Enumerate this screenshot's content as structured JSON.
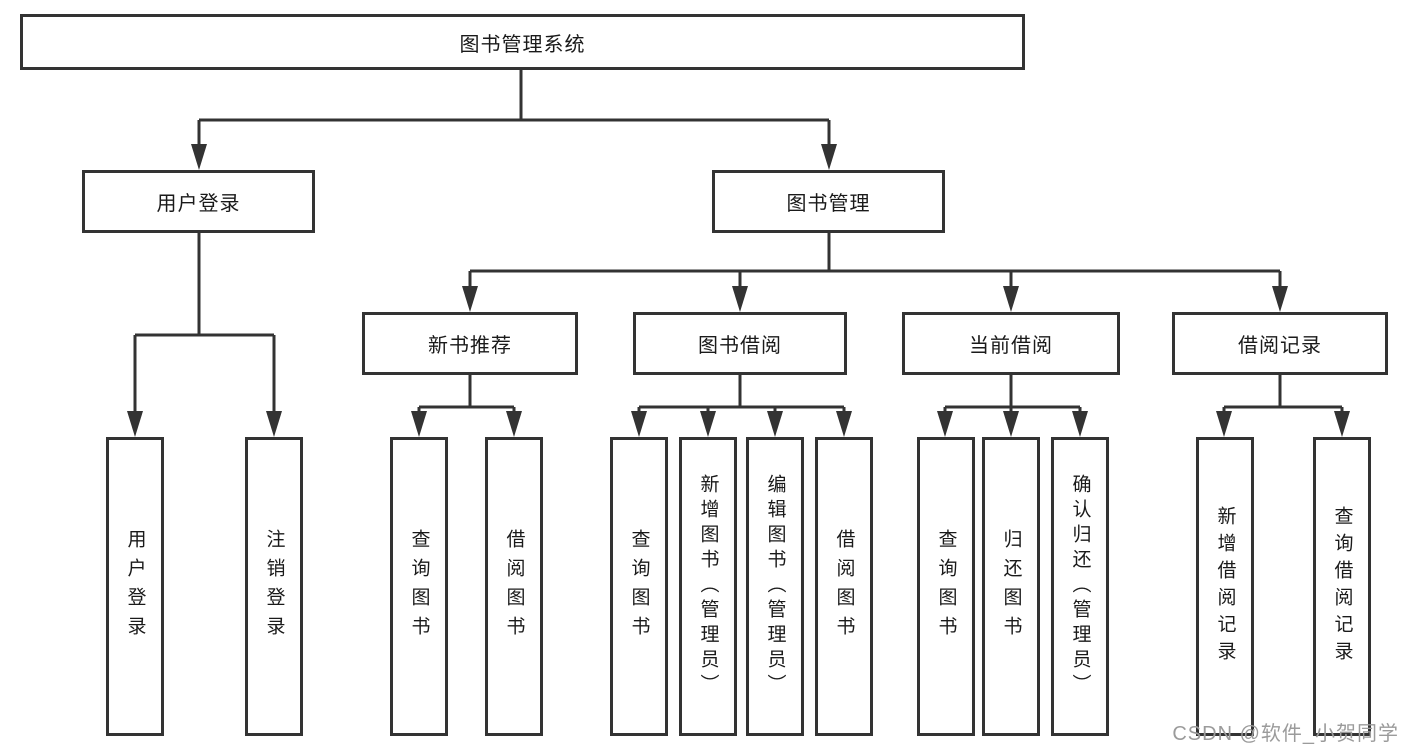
{
  "diagram_title": "图书管理系统",
  "tree": {
    "root": {
      "label": "图书管理系统"
    },
    "branches": [
      {
        "label": "用户登录",
        "children": [
          {
            "label": "用户登录"
          },
          {
            "label": "注销登录"
          }
        ]
      },
      {
        "label": "图书管理",
        "sections": [
          {
            "label": "新书推荐",
            "children": [
              {
                "label": "查询图书"
              },
              {
                "label": "借阅图书"
              }
            ]
          },
          {
            "label": "图书借阅",
            "children": [
              {
                "label": "查询图书"
              },
              {
                "label": "新增图书（管理员）"
              },
              {
                "label": "编辑图书（管理员）"
              },
              {
                "label": "借阅图书"
              }
            ]
          },
          {
            "label": "当前借阅",
            "children": [
              {
                "label": "查询图书"
              },
              {
                "label": "归还图书"
              },
              {
                "label": "确认归还（管理员）"
              }
            ]
          },
          {
            "label": "借阅记录",
            "children": [
              {
                "label": "新增借阅记录"
              },
              {
                "label": "查询借阅记录"
              }
            ]
          }
        ]
      }
    ]
  },
  "watermark": {
    "text": "CSDN @软件_小贺同学",
    "color": "#9b9b9b"
  },
  "colors": {
    "line": "#333333",
    "box_border": "#333333",
    "box_fill": "#ffffff",
    "text": "#1a1a1a",
    "background": "#ffffff"
  }
}
